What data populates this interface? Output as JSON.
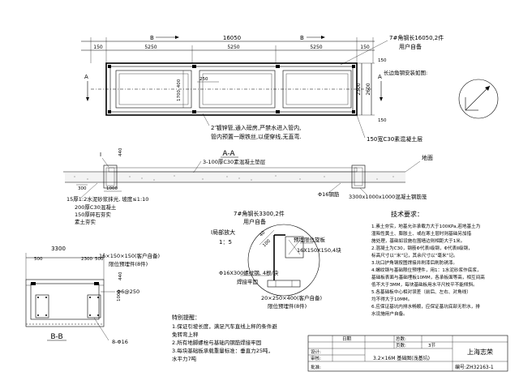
{
  "plan": {
    "section_mark_b": "B",
    "section_mark_a": "A",
    "dim_total": "16050",
    "dim_150": "150",
    "dim_5250": "5250",
    "dim_250": "250",
    "dim_2600": "2600",
    "dim_2300": "2300",
    "dim_1700": "1700",
    "dim_400": "400",
    "note_angle_steel": "7#角钢长16050,2件",
    "note_supplied": "用户自备",
    "note_pipe_1": "2’镀锌管,通入磅房,严禁水进入管内,",
    "note_pipe_2": "管内预置一跟铁丝,以便穿线,无直弯.",
    "note_edge": "150宽C30素混凝土层",
    "note_corner": "长边角钢安装如图:"
  },
  "section_aa": {
    "title": "A-A",
    "note_cushion": "3-100厚C30素混凝土垫层",
    "note_ground": "地面",
    "callout_i": "I",
    "dim_440": "440",
    "dim_1000": "1000",
    "dim_300": "300",
    "note_layers_1": "15厚1:2水泥砂浆抹光, 坡度≤1:10",
    "note_layers_2": "200厚C30混凝土",
    "note_layers_3": "150厚碎石夯实",
    "note_layers_4": "素土夯实",
    "note_rebar": "Φ16钢筋",
    "note_cage": "3300x1000x1000混凝土钢筋笼"
  },
  "detail_i": {
    "title": "I局部放大",
    "scale": "1：5",
    "note_angle": "7#角钢长3300,2件",
    "note_supplied": "用户自备",
    "dim_40": "40",
    "dim_100": "100",
    "note_plate_1": "预埋限位旋板",
    "note_plate_2": "16X150X150,4块",
    "note_bolt": "Φ16X300螺纹钢, 4根/块",
    "note_weld": "焊接牢固",
    "note_embed_1": "20×250×400(客户自备)",
    "note_embed_2": "限位预埋件(8件)"
  },
  "section_bb": {
    "title": "B-B",
    "dim_3300": "3300",
    "dim_500": "500",
    "dim_2300": "2300",
    "dim_440": "440",
    "dim_1000": "1000",
    "note_embed_1": "16×150×150(客户自备)",
    "note_embed_2": "限位预埋件(8件)",
    "note_rebar_250": "Φ6@250",
    "note_rebar_16": "8-Φ16"
  },
  "special_notes": {
    "heading": "特别提醒：",
    "lines": [
      "1.保证引坡长度，满足汽车直线上秤的条件避",
      "  免转弯上秤",
      "2.所有地脚螺栓与基础内钢筋焊接牢固",
      "3.每块基础板承载重量标准：垂直力25吨，",
      "  水平力7吨"
    ]
  },
  "requirements": {
    "heading": "技术要求：",
    "lines": [
      "1.素土夯实，地基允许承载力大于100KPa,若地基土为",
      "  湿陷性黄土、膨胀土、或在寒土层时则基础另加措",
      "  施处理，基础如设施在围墙边则相距大于1米。",
      "2.混凝土为C30，钢筋Φ代表Ⅰ级钢，Φ代表Ⅱ级钢，",
      "  标高尺寸以“米”记，其余尺寸以“毫米”记。",
      "3.坑口护角钢按图焊接并刷漆后刷防锈漆。",
      "4.螺纹钢与基础限位预埋件，用1：1水泥砂浆作底浆，",
      "  基础板表面与基础埋板10MM，各承板面等高，相互间高",
      "  低不大于3MM，每块基础板用水平尺校平不能倾斜。",
      "5.各基础板中心相对误差（前后、左右、对角线）",
      "  均不得大于10MM。",
      "6.应保证基坑内排水畅顺，应保证基坑底部无积水，排",
      "  水设施用户自备。"
    ]
  },
  "title_block": {
    "date_label": "日期",
    "pages_label": "总数:",
    "page_label": "页数:",
    "page_value": "3节",
    "design_label": "设计:",
    "check_label": "审核:",
    "approve_label": "批准:",
    "drawing_title": "3.2×16M 基础图(浅基坑)",
    "company": "上海志荣",
    "drawing_no": "编号:ZH32163-1"
  }
}
